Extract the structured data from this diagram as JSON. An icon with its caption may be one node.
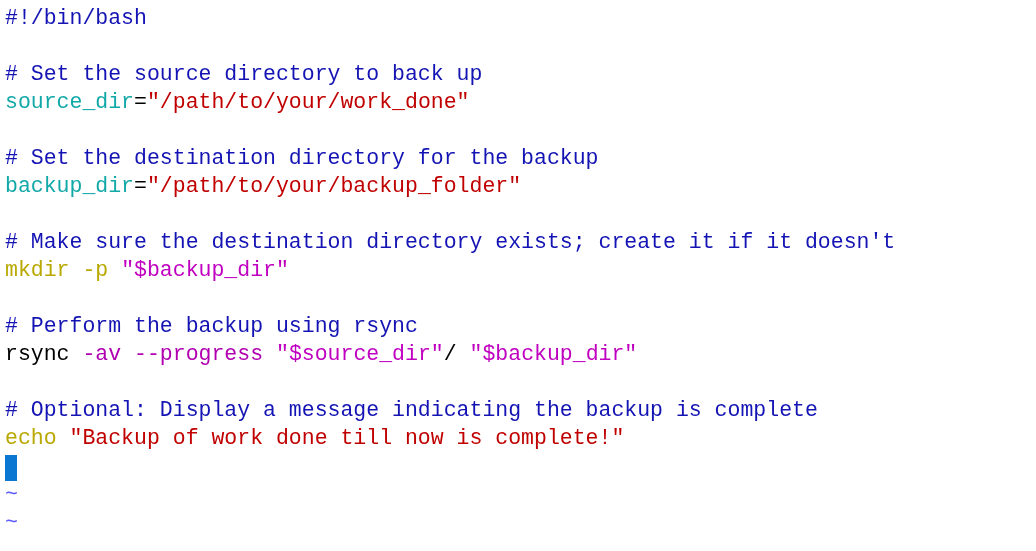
{
  "diagram": {
    "labels": [
      "#!/bin/bash",
      "# Set the source directory to back up",
      "source_dir=\"/path/to/your/work_done\"",
      "# Set the destination directory for the backup",
      "backup_dir=\"/path/to/your/backup_folder\"",
      "# Make sure the destination directory exists; create it if it doesn't",
      "mkdir -p \"$backup_dir\"",
      "# Perform the backup using rsync",
      "rsync -av --progress \"$source_dir\"/ \"$backup_dir\"",
      "# Optional: Display a message indicating the backup is complete",
      "echo \"Backup of work done till now is complete!\"",
      "~",
      "~"
    ]
  }
}
